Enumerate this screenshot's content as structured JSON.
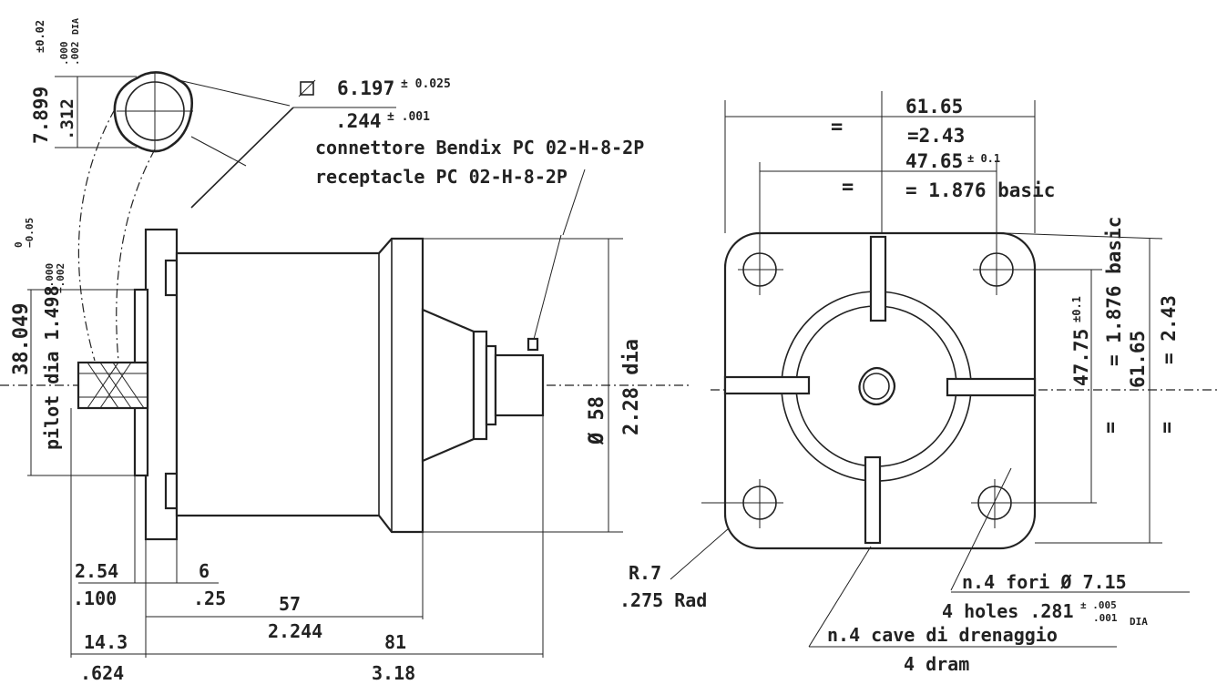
{
  "drawing": {
    "shaft": {
      "dia_mm": "7.899",
      "tol_mm": "±0.02",
      "dia_in": ".312",
      "tol_in_upper": ".000",
      "tol_in_lower": ".002",
      "tol_in_suffix": "DIA"
    },
    "square": {
      "mm": "6.197",
      "tol_mm": "± 0.025",
      "in": ".244",
      "tol_in": "± .001"
    },
    "connector": {
      "line1": "connettore Bendix PC 02-H-8-2P",
      "line2": "receptacle  PC 02-H-8-2P"
    },
    "pilot": {
      "dia_mm": "38.049",
      "tol_mm_upper": "0",
      "tol_mm_lower": "−0.05",
      "label_in": "pilot dia 1.498",
      "tol_in_upper": "+.000",
      "tol_in_lower": "−.002"
    },
    "body": {
      "dia_mm": "Ø 58",
      "dia_in": "2.28 dia"
    },
    "axial": {
      "d1_mm": "2.54",
      "d1_in": ".100",
      "d2_mm": "6",
      "d2_in": ".25",
      "d3_mm": "57",
      "d3_in": "2.244",
      "d4_mm": "14.3",
      "d4_in": ".624",
      "d5_mm": "81",
      "d5_in": "3.18"
    },
    "flange": {
      "width_mm": "61.65",
      "width_in": "=2.43",
      "bolt_mm": "47.65",
      "bolt_tol": "± 0.1",
      "bolt_in": "= 1.876 basic",
      "eq": "="
    },
    "flange_side": {
      "bolt_in": "= 1.876 basic",
      "bolt_mm": "47.75",
      "bolt_tol": "±0.1",
      "width_mm": "61.65",
      "width_in": "= 2.43",
      "eq": "="
    },
    "corner": {
      "r_mm": "R.7",
      "r_in": ".275 Rad"
    },
    "holes": {
      "line1": "n.4 fori Ø 7.15",
      "line2": "4 holes .281",
      "tol_upper": "± .005",
      "tol_lower": ".001",
      "suffix": "DIA"
    },
    "drain": {
      "line1": "n.4 cave di drenaggio",
      "line2": "4 dram"
    }
  }
}
